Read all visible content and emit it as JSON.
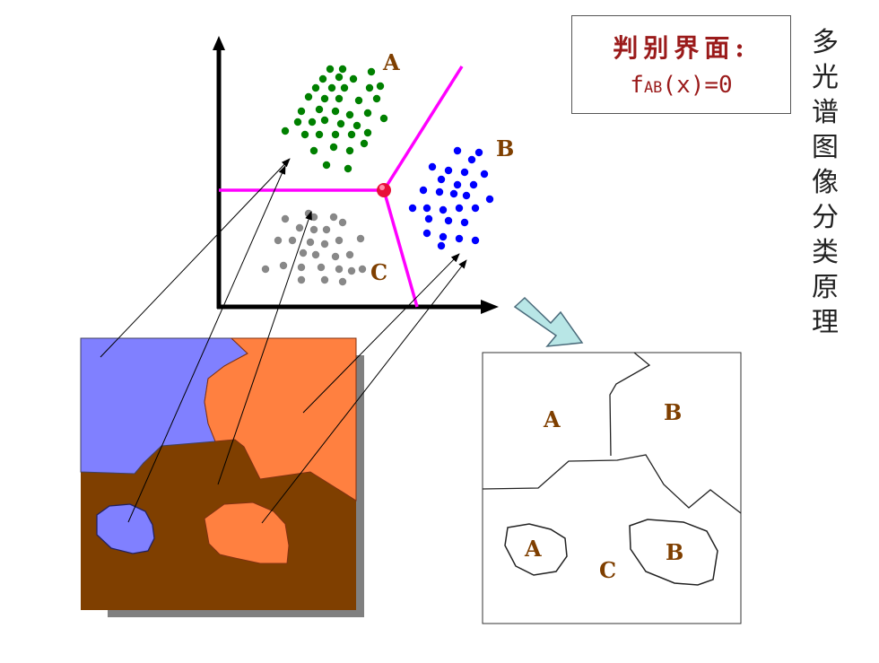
{
  "boundary_box": {
    "title": "判别界面:",
    "formula_f": "f",
    "formula_sub": "AB",
    "formula_rest": "(x)=0"
  },
  "vertical_title": [
    "多",
    "光",
    "谱",
    "图",
    "像",
    "分",
    "类",
    "原",
    "理"
  ],
  "feature_space": {
    "class_labels": [
      "A",
      "B",
      "C"
    ],
    "boundary_color": "#ff00ff",
    "decision_point_color": "#e8103a",
    "class_colors": {
      "A": "#008000",
      "B": "#0000ff",
      "C": "#888888"
    }
  },
  "image_regions": {
    "colors": {
      "A": "#8080ff",
      "B": "#ff8040",
      "C": "#7f3f00"
    }
  },
  "result_map": {
    "labels": [
      "A",
      "B",
      "A",
      "C",
      "B"
    ]
  },
  "arrow_color": "#b8e6e6"
}
